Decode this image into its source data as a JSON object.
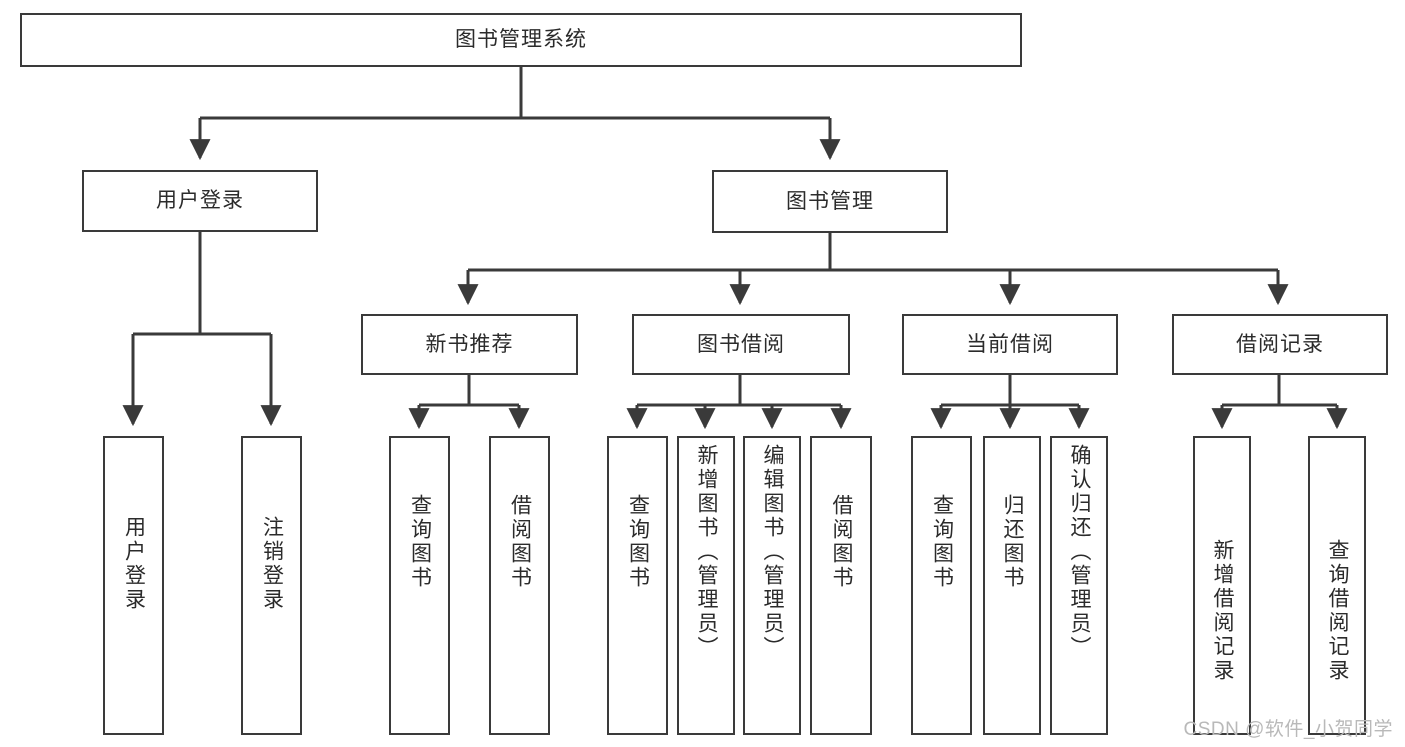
{
  "diagram": {
    "title": "图书管理系统",
    "type": "tree-hierarchy",
    "root": {
      "label": "图书管理系统"
    },
    "level2": [
      {
        "label": "用户登录"
      },
      {
        "label": "图书管理"
      }
    ],
    "level3": [
      {
        "label": "新书推荐"
      },
      {
        "label": "图书借阅"
      },
      {
        "label": "当前借阅"
      },
      {
        "label": "借阅记录"
      }
    ],
    "leaves": {
      "user_login": [
        {
          "label": "用户登录"
        },
        {
          "label": "注销登录"
        }
      ],
      "new_book_recommend": [
        {
          "label": "查询图书"
        },
        {
          "label": "借阅图书"
        }
      ],
      "book_borrow": [
        {
          "label": "查询图书"
        },
        {
          "label": "新增图书（管理员）"
        },
        {
          "label": "编辑图书（管理员）"
        },
        {
          "label": "借阅图书"
        }
      ],
      "current_borrow": [
        {
          "label": "查询图书"
        },
        {
          "label": "归还图书"
        },
        {
          "label": "确认归还（管理员）"
        }
      ],
      "borrow_record": [
        {
          "label": "新增借阅记录"
        },
        {
          "label": "查询借阅记录"
        }
      ]
    }
  },
  "watermark": {
    "text": "CSDN @软件_小贺同学"
  },
  "colors": {
    "stroke": "#3a3a3a",
    "text": "#2b2b2b",
    "background": "#ffffff",
    "watermark": "#b9b9b9"
  }
}
